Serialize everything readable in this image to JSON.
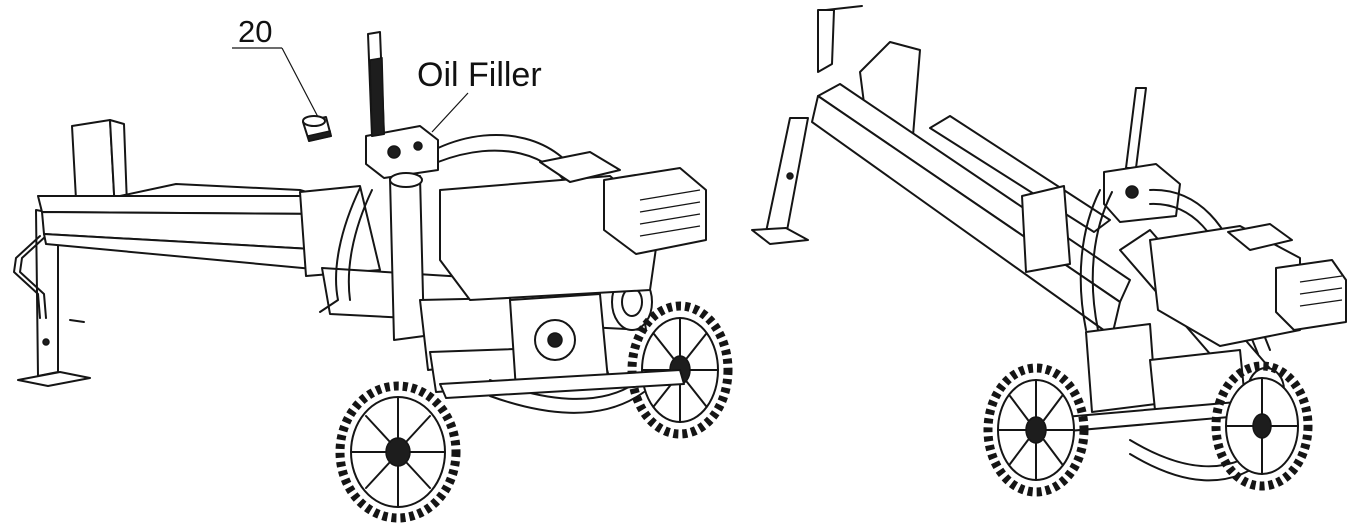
{
  "callouts": {
    "part_number": "20",
    "oil_filler": "Oil Filler"
  },
  "views": [
    {
      "id": "side-view"
    },
    {
      "id": "front-view"
    }
  ]
}
